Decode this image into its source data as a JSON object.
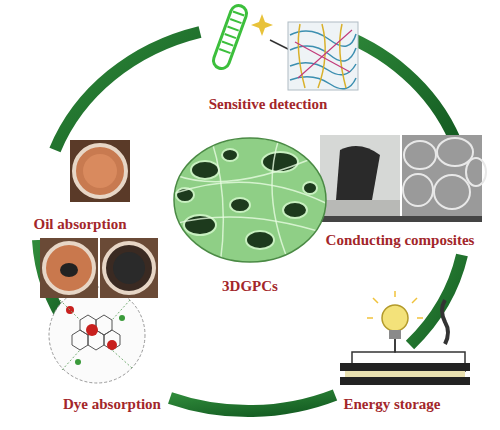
{
  "diagram": {
    "nodes": [
      {
        "text": [
          "3DGPCs"
        ]
      }
    ],
    "labels": [
      "Sensitive detection",
      "Conducting composites",
      "Energy storage",
      "Dye absorption",
      "Oil absorption"
    ]
  }
}
